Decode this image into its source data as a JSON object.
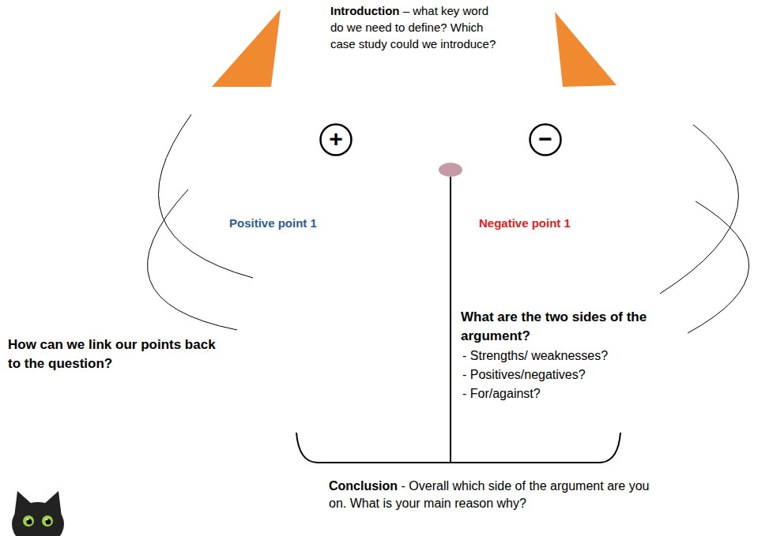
{
  "diagram": {
    "nodes": [
      {
        "text": [
          "+"
        ]
      },
      {
        "text": [
          "−"
        ]
      }
    ],
    "labels": [
      "Introduction",
      "– what key word do we need to define? Which case study could we introduce?",
      "Positive point 1",
      "Negative point 1",
      "What are the two sides of the argument?",
      "- Strengths/ weaknesses?",
      "- Positives/negatives?",
      "- For/against?",
      "How can we link our points back to the question?",
      "Conclusion",
      "- Overall which side of the argument are you on. What is your main reason why?"
    ]
  }
}
